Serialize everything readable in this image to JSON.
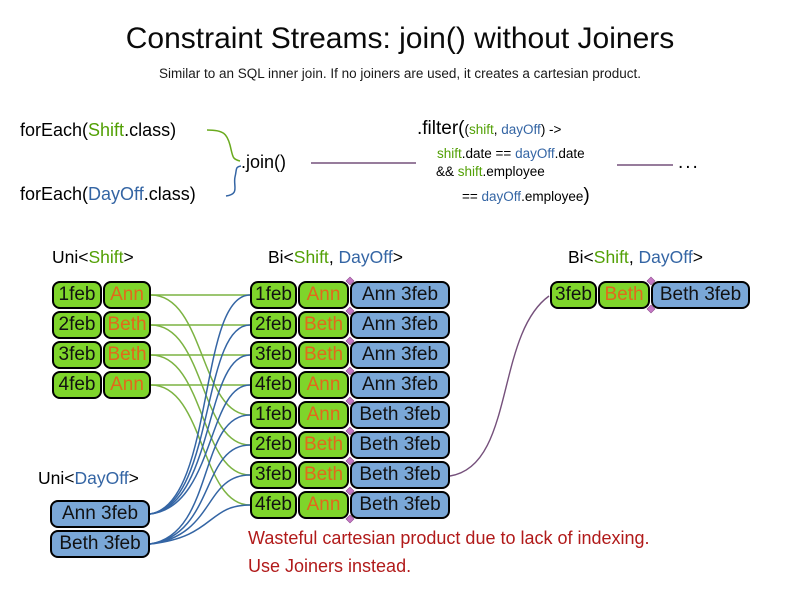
{
  "slide": {
    "title": "Constraint Streams: join() without Joiners",
    "subtitle": "Similar to an SQL inner join. If no joiners are used, it creates a cartesian product."
  },
  "code": {
    "foreach_shift": {
      "pre": "forEach(",
      "type": "Shift",
      "post": ".class)"
    },
    "foreach_dayoff": {
      "pre": "forEach(",
      "type": "DayOff",
      "post": ".class)"
    },
    "join": ".join()",
    "filter": {
      "l1_big": ".filter(",
      "l1_open": "(",
      "l1_shift": "shift",
      "l1_comma": ", ",
      "l1_dayoff": "dayOff",
      "l1_close": ") ->",
      "l2_shift": "shift",
      "l2_mid": ".date == ",
      "l2_dayoff": "dayOff",
      "l2_end": ".date",
      "l3_and": "&& ",
      "l3_shift": "shift",
      "l3_end": ".employee",
      "l4_eq": "== ",
      "l4_dayoff": "dayOff",
      "l4_end": ".employee",
      "l4_paren": ")"
    },
    "ellipsis": "..."
  },
  "headers": {
    "uni_shift": {
      "pre": "Uni<",
      "type": "Shift",
      "post": ">"
    },
    "bi_mid": {
      "pre": "Bi<",
      "type1": "Shift",
      "sep": ", ",
      "type2": "DayOff",
      "post": ">"
    },
    "bi_right": {
      "pre": "Bi<",
      "type1": "Shift",
      "sep": ", ",
      "type2": "DayOff",
      "post": ">"
    },
    "uni_dayoff": {
      "pre": "Uni<",
      "type": "DayOff",
      "post": ">"
    }
  },
  "tables": {
    "shift": {
      "rows": [
        {
          "date": "1feb",
          "name": "Ann"
        },
        {
          "date": "2feb",
          "name": "Beth"
        },
        {
          "date": "3feb",
          "name": "Beth"
        },
        {
          "date": "4feb",
          "name": "Ann"
        }
      ]
    },
    "dayoff": {
      "rows": [
        {
          "pair": "Ann 3feb"
        },
        {
          "pair": "Beth 3feb"
        }
      ]
    },
    "cartesian": {
      "rows": [
        {
          "date": "1feb",
          "name": "Ann",
          "pair": "Ann 3feb"
        },
        {
          "date": "2feb",
          "name": "Beth",
          "pair": "Ann 3feb"
        },
        {
          "date": "3feb",
          "name": "Beth",
          "pair": "Ann 3feb"
        },
        {
          "date": "4feb",
          "name": "Ann",
          "pair": "Ann 3feb"
        },
        {
          "date": "1feb",
          "name": "Ann",
          "pair": "Beth 3feb"
        },
        {
          "date": "2feb",
          "name": "Beth",
          "pair": "Beth 3feb"
        },
        {
          "date": "3feb",
          "name": "Beth",
          "pair": "Beth 3feb"
        },
        {
          "date": "4feb",
          "name": "Ann",
          "pair": "Beth 3feb"
        }
      ]
    },
    "result": {
      "rows": [
        {
          "date": "3feb",
          "name": "Beth",
          "pair": "Beth 3feb"
        }
      ]
    }
  },
  "note": {
    "line1": "Wasteful cartesian product due to lack of indexing.",
    "line2": "Use Joiners instead."
  },
  "colors": {
    "shift_green_text": "#52a005",
    "dayoff_blue_text": "#3465a4",
    "name_orange_text": "#e2691b",
    "green_cell": "#7fd52b",
    "blue_cell": "#7aa7d7",
    "green_line": "#7cb342",
    "blue_line": "#3465a4",
    "purple_line": "#75507b",
    "warning_red": "#b11a1a"
  }
}
